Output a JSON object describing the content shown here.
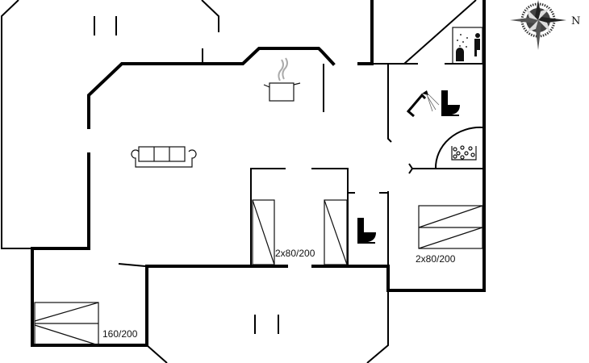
{
  "plan": {
    "bed_labels": [
      "2x80/200",
      "2x80/200",
      "160/200"
    ],
    "compass_label": "N"
  },
  "colors": {
    "wall": "#000000",
    "background": "#ffffff",
    "steam": "#aaaaaa"
  }
}
